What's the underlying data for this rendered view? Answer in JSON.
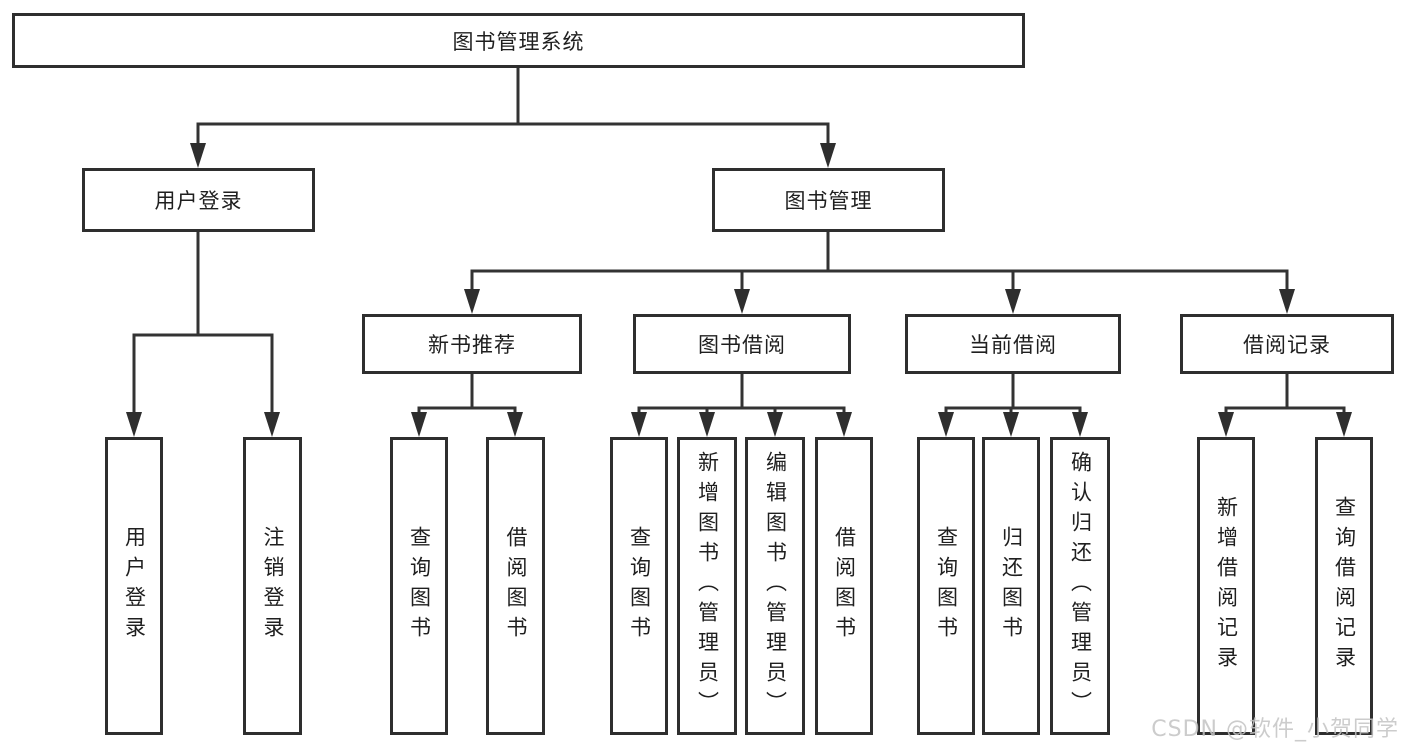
{
  "colors": {
    "background": "#ffffff",
    "line": "#333333",
    "box_border": "#2e2e2e",
    "text": "#1f1f1f",
    "watermark": "#c3c3c3"
  },
  "watermark": {
    "text": "CSDN @软件_小贺同学"
  },
  "tree": {
    "root": {
      "label": "图书管理系统"
    },
    "branches": [
      {
        "label": "用户登录",
        "children": [
          {
            "label": "用户登录"
          },
          {
            "label": "注销登录"
          }
        ]
      },
      {
        "label": "图书管理",
        "children": [
          {
            "label": "新书推荐",
            "children": [
              {
                "label": "查询图书"
              },
              {
                "label": "借阅图书"
              }
            ]
          },
          {
            "label": "图书借阅",
            "children": [
              {
                "label": "查询图书"
              },
              {
                "label": "新增图书（管理员）"
              },
              {
                "label": "编辑图书（管理员）"
              },
              {
                "label": "借阅图书"
              }
            ]
          },
          {
            "label": "当前借阅",
            "children": [
              {
                "label": "查询图书"
              },
              {
                "label": "归还图书"
              },
              {
                "label": "确认归还（管理员）"
              }
            ]
          },
          {
            "label": "借阅记录",
            "children": [
              {
                "label": "新增借阅记录"
              },
              {
                "label": "查询借阅记录"
              }
            ]
          }
        ]
      }
    ]
  }
}
